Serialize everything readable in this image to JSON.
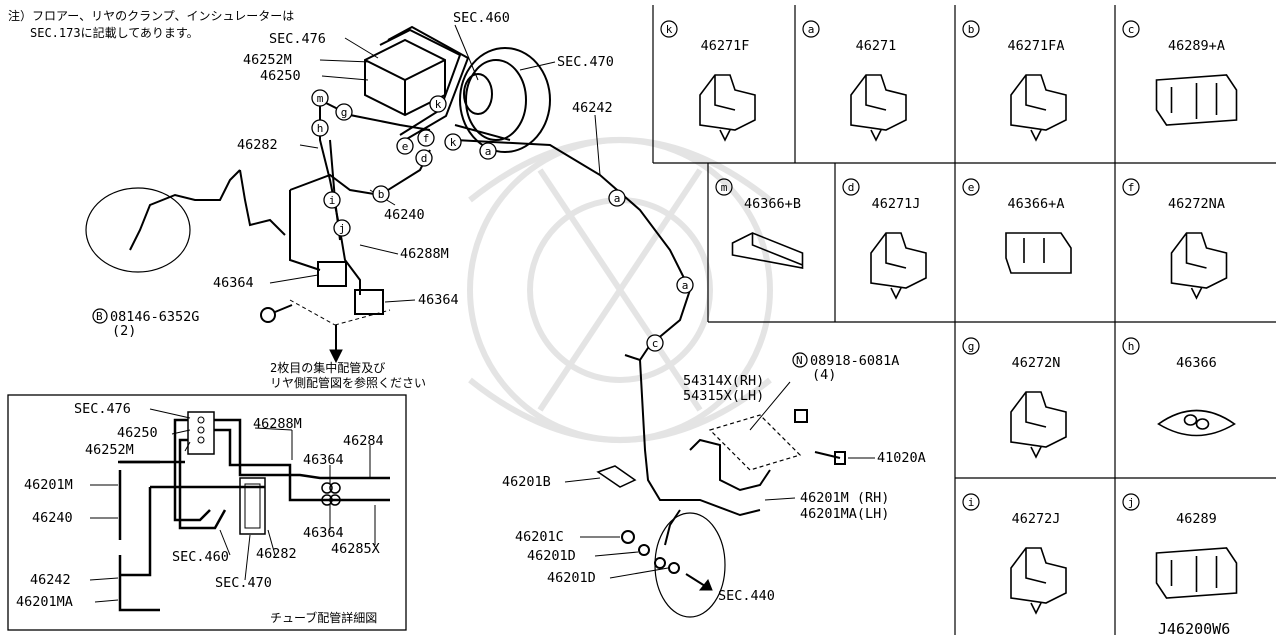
{
  "note": {
    "line1": "注）フロアー、リヤのクランプ、インシュレーターは",
    "line2": "SEC.173に記載してあります。"
  },
  "main": {
    "sec460": "SEC.460",
    "sec476": "SEC.476",
    "sec470": "SEC.470",
    "p46252M": "46252M",
    "p46250": "46250",
    "p46282": "46282",
    "p46242": "46242",
    "p46240": "46240",
    "p46288M": "46288M",
    "p46364a": "46364",
    "p46364b": "46364",
    "bolt": "08146-6352G",
    "bolt_qty": "(2)",
    "bolt_mark": "B",
    "refnote1": "2枚目の集中配管及び",
    "refnote2": "リヤ側配管図を参照ください",
    "nut": "08918-6081A",
    "nut_qty": "(4)",
    "nut_mark": "N",
    "p54314x": "54314X(RH)",
    "p54315x": "54315X(LH)",
    "p41020a": "41020A",
    "p46201b": "46201B",
    "p46201m": "46201M (RH)",
    "p46201ma": "46201MA(LH)",
    "p46201c": "46201C",
    "p46201d1": "46201D",
    "p46201d2": "46201D",
    "sec440": "SEC.440",
    "callouts": [
      "m",
      "g",
      "h",
      "k",
      "f",
      "e",
      "k",
      "d",
      "a",
      "i",
      "b",
      "j",
      "a",
      "a",
      "c"
    ]
  },
  "inset": {
    "sec476": "SEC.476",
    "p46250": "46250",
    "p46252M": "46252M",
    "p46288M": "46288M",
    "p46284": "46284",
    "p46364a": "46364",
    "p46364b": "46364",
    "p46201M": "46201M",
    "p46240": "46240",
    "p46285X": "46285X",
    "p46282": "46282",
    "sec460": "SEC.460",
    "sec470": "SEC.470",
    "p46242": "46242",
    "p46201MA": "46201MA",
    "caption": "チューブ配管詳細図"
  },
  "parts_grid": [
    {
      "letter": "k",
      "part": "46271F"
    },
    {
      "letter": "a",
      "part": "46271"
    },
    {
      "letter": "b",
      "part": "46271FA"
    },
    {
      "letter": "c",
      "part": "46289+A"
    },
    {
      "letter": "m",
      "part": "46366+B"
    },
    {
      "letter": "d",
      "part": "46271J"
    },
    {
      "letter": "e",
      "part": "46366+A"
    },
    {
      "letter": "f",
      "part": "46272NA"
    },
    {
      "letter": "g",
      "part": "46272N"
    },
    {
      "letter": "h",
      "part": "46366"
    },
    {
      "letter": "i",
      "part": "46272J"
    },
    {
      "letter": "j",
      "part": "46289"
    }
  ],
  "diagram_id": "J46200W6"
}
